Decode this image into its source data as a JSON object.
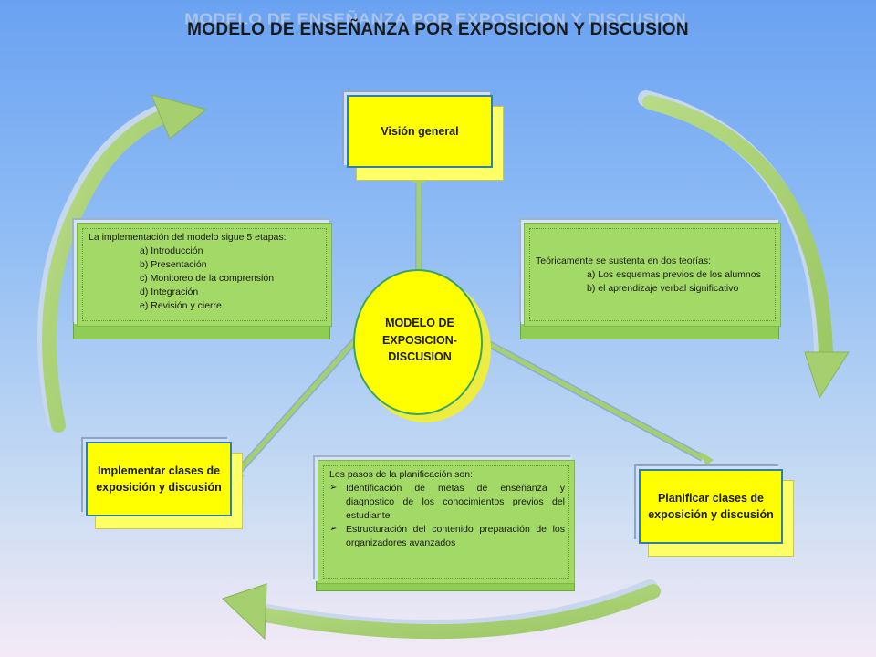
{
  "title": "MODELO DE ENSEÑANZA POR EXPOSICION Y DISCUSION",
  "center": {
    "line1": "MODELO DE",
    "line2": "EXPOSICION-",
    "line3": "DISCUSION"
  },
  "boxes": {
    "vision": "Visión general",
    "implementar": {
      "line1": "Implementar clases de",
      "line2": "exposición y discusión"
    },
    "planificar": {
      "line1": "Planificar clases de",
      "line2": "exposición y discusión"
    }
  },
  "etapas": {
    "intro": "La implementación del modelo sigue 5 etapas:",
    "items": [
      "a) Introducción",
      "b) Presentación",
      "c) Monitoreo de la comprensión",
      "d) Integración",
      "e) Revisión y cierre"
    ]
  },
  "teorias": {
    "intro": "Teóricamente se sustenta en dos teorías:",
    "items": [
      "a) Los esquemas previos de los alumnos",
      "b) el aprendizaje verbal significativo"
    ]
  },
  "pasos": {
    "intro": "Los pasos de la planificación son:",
    "bullet_symbol": "➢",
    "items": [
      "Identificación de metas de enseñanza y diagnostico de los conocimientos previos del estudiante",
      "Estructuración del contenido preparación de los organizadores avanzados"
    ]
  },
  "colors": {
    "yellow": "#ffff00",
    "green": "#a3d967",
    "arrow": "#a6cf70",
    "border_blue": "#2f7fa8"
  }
}
